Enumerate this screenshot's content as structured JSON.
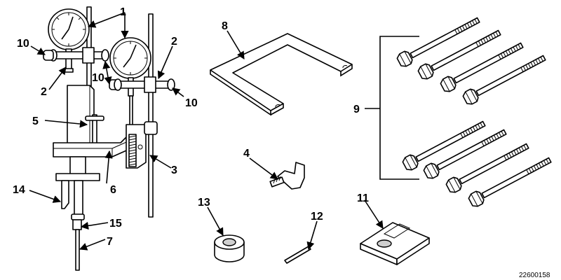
{
  "figure": {
    "document_number": "22600158",
    "callouts": [
      {
        "id": "c1",
        "text": "1"
      },
      {
        "id": "c2a",
        "text": "2"
      },
      {
        "id": "c2b",
        "text": "2"
      },
      {
        "id": "c3",
        "text": "3"
      },
      {
        "id": "c4",
        "text": "4"
      },
      {
        "id": "c5",
        "text": "5"
      },
      {
        "id": "c6",
        "text": "6"
      },
      {
        "id": "c7",
        "text": "7"
      },
      {
        "id": "c8",
        "text": "8"
      },
      {
        "id": "c9",
        "text": "9"
      },
      {
        "id": "c10a",
        "text": "10"
      },
      {
        "id": "c10b",
        "text": "10"
      },
      {
        "id": "c10c",
        "text": "10"
      },
      {
        "id": "c11",
        "text": "11"
      },
      {
        "id": "c12",
        "text": "12"
      },
      {
        "id": "c13",
        "text": "13"
      },
      {
        "id": "c14",
        "text": "14"
      },
      {
        "id": "c15",
        "text": "15"
      }
    ]
  }
}
